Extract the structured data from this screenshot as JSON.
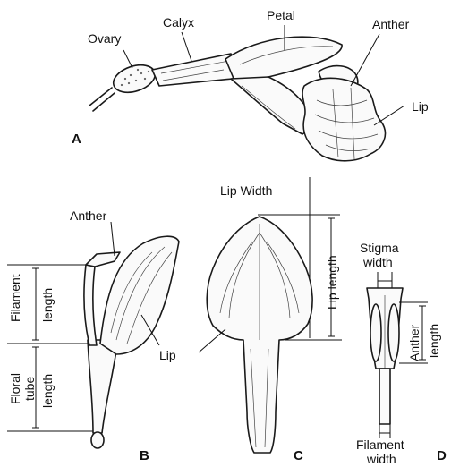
{
  "figure": {
    "panels": {
      "a": "A",
      "b": "B",
      "c": "C",
      "d": "D"
    },
    "labels": {
      "ovary": "Ovary",
      "calyx": "Calyx",
      "petal": "Petal",
      "anther_a": "Anther",
      "lip_a": "Lip",
      "anther_b": "Anther",
      "lip_b": "Lip",
      "filament_length_1": "Filament",
      "filament_length_2": "length",
      "floral_tube_1": "Floral",
      "floral_tube_2": "tube",
      "floral_tube_3": "length",
      "lip_width": "Lip Width",
      "lip_length": "Lip length",
      "stigma_width_1": "Stigma",
      "stigma_width_2": "width",
      "anther_length_1": "Anther",
      "anther_length_2": "length",
      "filament_width_1": "Filament",
      "filament_width_2": "width"
    }
  }
}
